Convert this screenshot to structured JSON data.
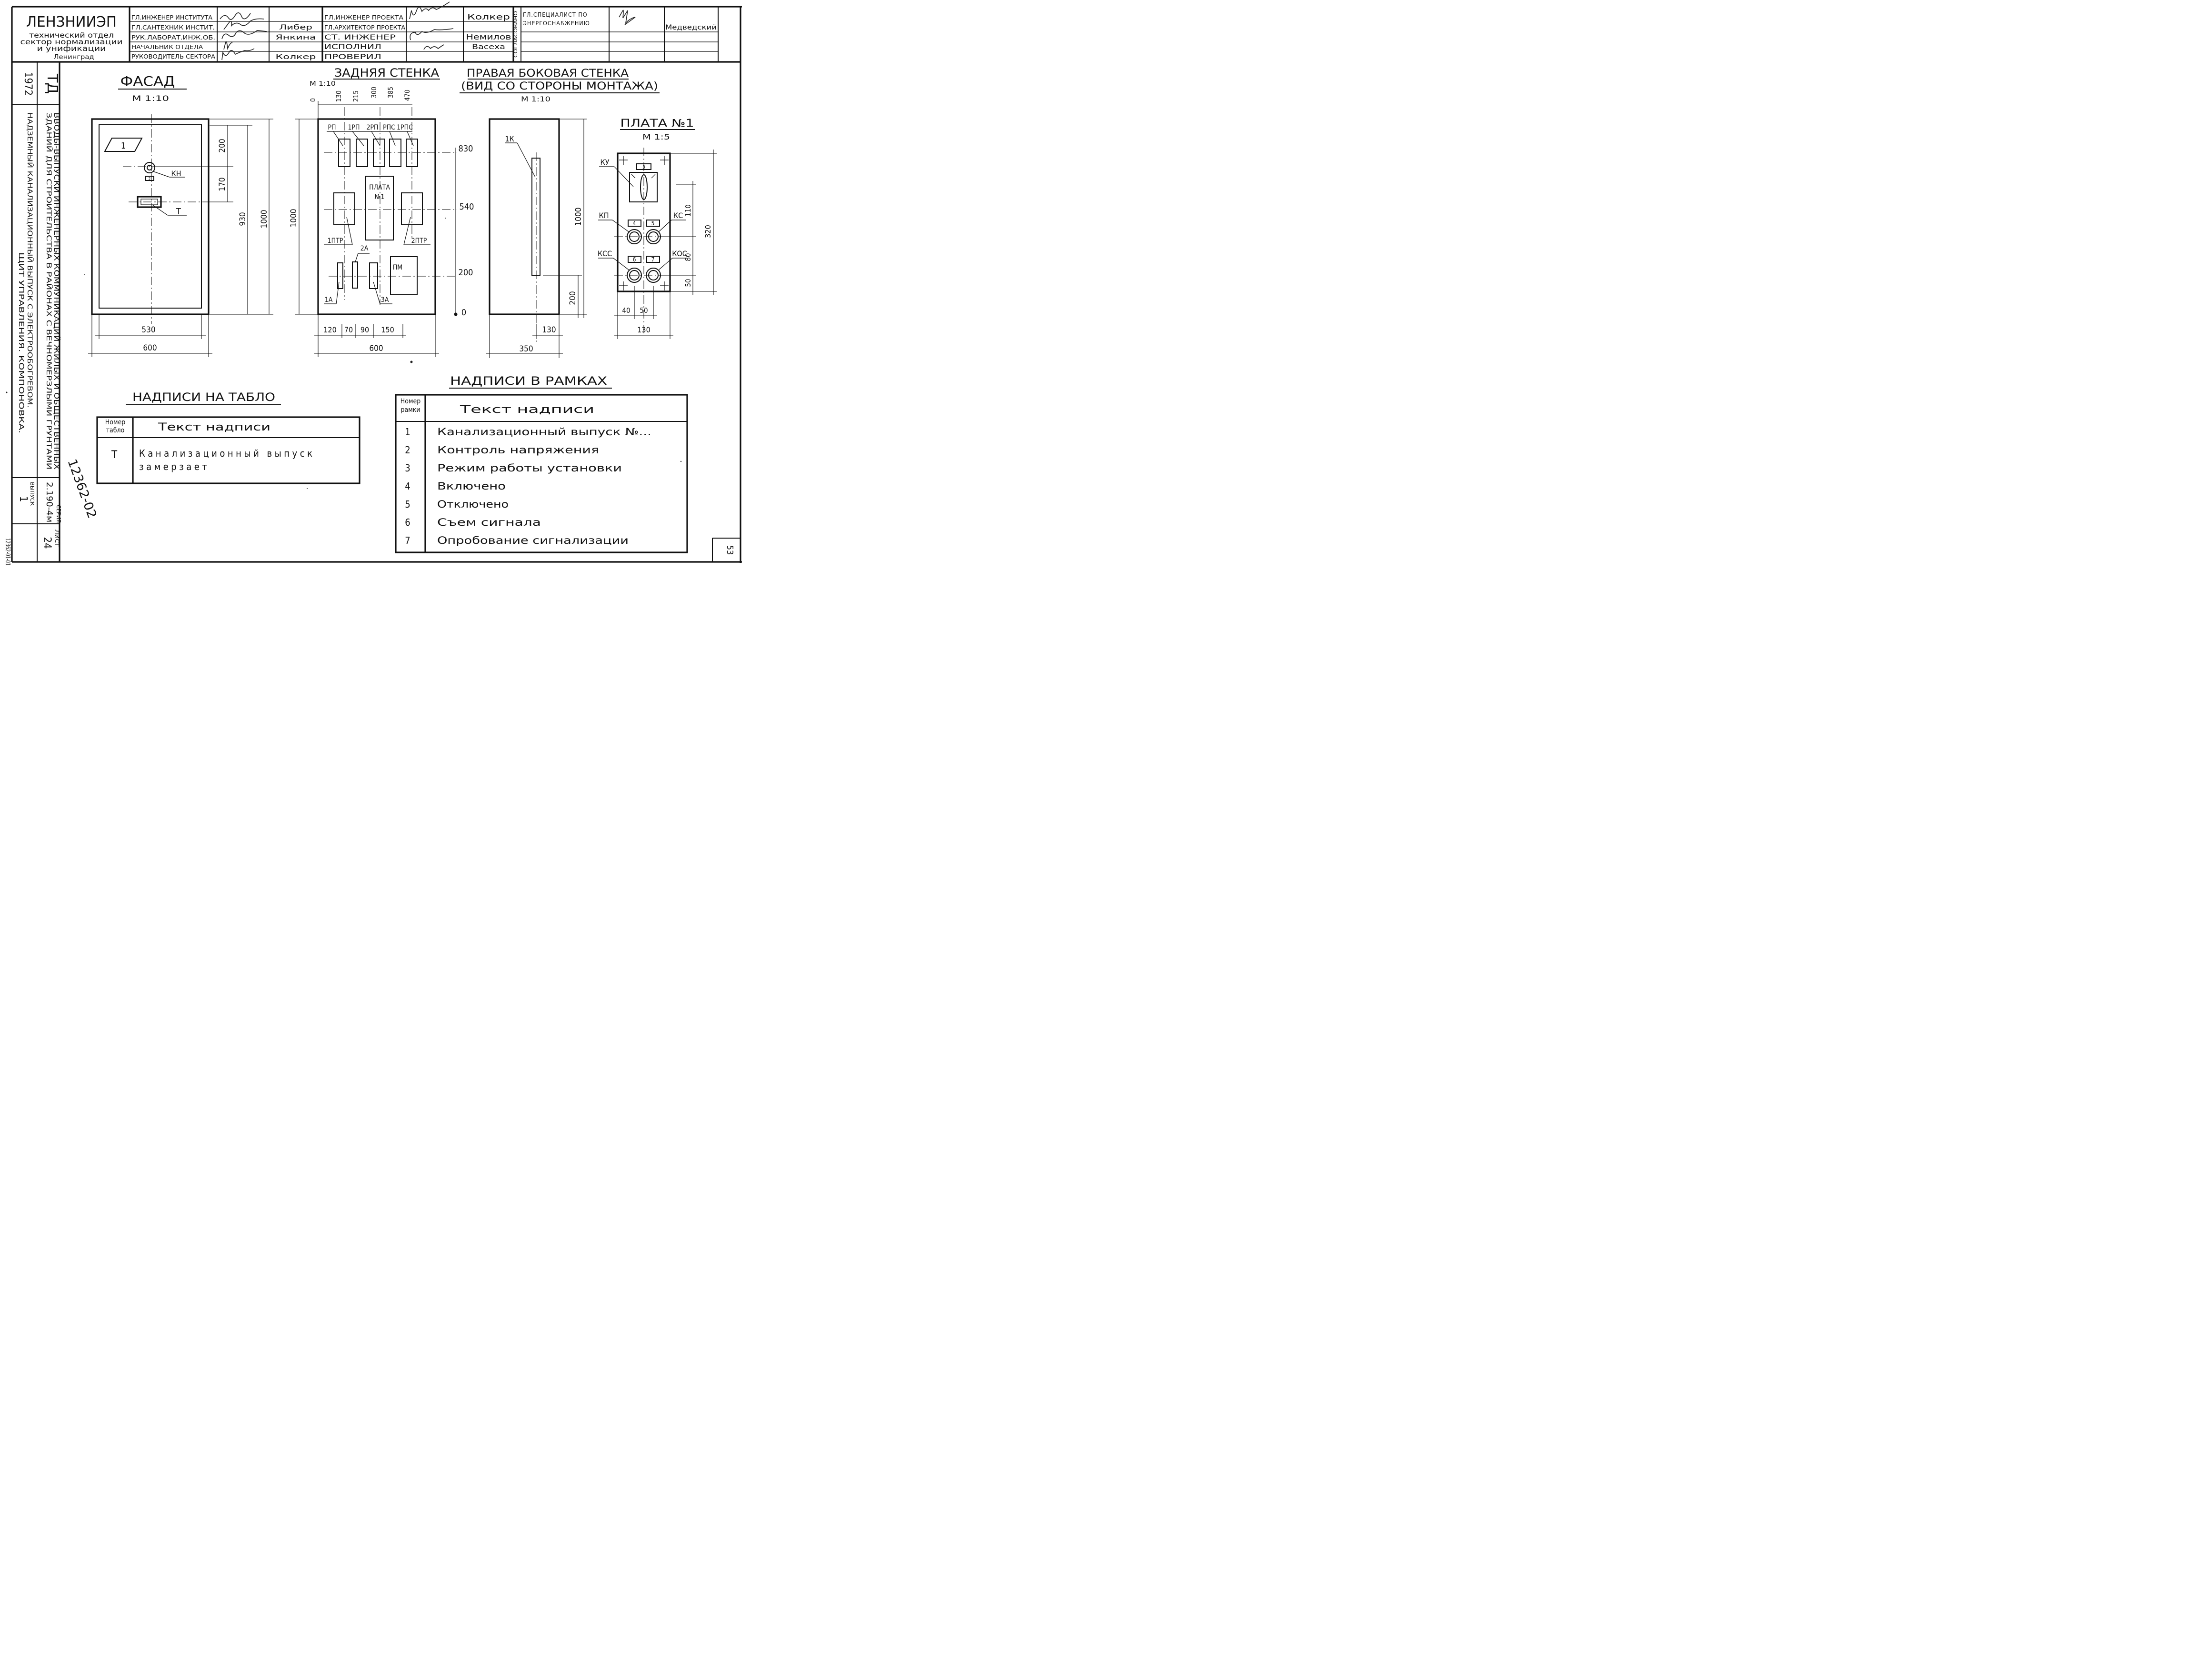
{
  "title_block": {
    "org_name": "ЛЕНЗНИИЭП",
    "org_lines": [
      "технический отдел",
      "сектор нормализации",
      "и унификации",
      "Ленинград"
    ],
    "roles_left": [
      "ГЛ.ИНЖЕНЕР ИНСТИТУТА",
      "ГЛ.САНТЕХНИК ИНСТИТ.",
      "РУК.ЛАБОРАТ.ИНЖ.ОБ.",
      "НАЧАЛЬНИК ОТДЕЛА",
      "РУКОВОДИТЕЛЬ СЕКТОРА"
    ],
    "names_left": [
      "",
      "Либер",
      "Янкина",
      "",
      "Колкер"
    ],
    "roles_mid": [
      "ГЛ.ИНЖЕНЕР ПРОЕКТА",
      "ГЛ.АРХИТЕКТОР ПРОЕКТА",
      "СТ. ИНЖЕНЕР",
      "ИСПОЛНИЛ",
      "ПРОВЕРИЛ"
    ],
    "names_mid": [
      "Колкер",
      "",
      "Немилов",
      "Васеха",
      ""
    ],
    "agreed_label": "СОГЛАСОВАНО",
    "agreed_role": "ГЛ.СПЕЦИАЛИСТ ПО ЭНЕРГОСНАБЖЕНИЮ",
    "agreed_name": "Медведский"
  },
  "side_panel": {
    "year": "1972",
    "code": "ТД",
    "title_lines": [
      "ВВОДЫ-ВЫПУСКИ ИНЖЕНЕРНЫХ КОММУНИКАЦИЙ ЖИЛЫХ И ОБЩЕСТВЕННЫХ",
      "ЗДАНИЙ ДЛЯ СТРОИТЕЛЬСТВА В РАЙОНАХ С ВЕЧНОМЕРЗЛЫМИ ГРУНТАМИ",
      "НАДЗЕМНЫЙ КАНАЛИЗАЦИОННЫЙ ВЫПУСК С ЭЛЕКТРООБОГРЕВОМ.",
      "ЩИТ УПРАВЛЕНИЯ. КОМПОНОВКА."
    ],
    "issue_label": "ВЫПУСК",
    "issue_value": "1",
    "series_label": "СЕРИЯ",
    "series_value": "2.190-4м",
    "sheet_label": "ЛИСТ",
    "sheet_value": "24"
  },
  "views": {
    "facade": {
      "title": "ФАСАД",
      "scale": "М 1:10",
      "labels": [
        "1",
        "КН",
        "2",
        "Т"
      ],
      "dims": [
        "200",
        "170",
        "930",
        "1000",
        "530",
        "600"
      ]
    },
    "back": {
      "title": "ЗАДНЯЯ СТЕНКА",
      "scale": "М 1:10",
      "top_ticks": [
        "0",
        "130",
        "215",
        "300",
        "385",
        "470"
      ],
      "relays": [
        "РП",
        "1РП",
        "2РП",
        "РПС",
        "1РПС"
      ],
      "board": "ПЛАТА №1",
      "parts": [
        "1ПТР",
        "2ПТР",
        "2А",
        "ПМ",
        "1А",
        "3А"
      ],
      "right_levels": [
        "830",
        "540",
        "200",
        "0"
      ],
      "left_height": "1000",
      "bottom_dims": [
        "120",
        "70",
        "90",
        "150"
      ],
      "width": "600"
    },
    "side": {
      "title": "ПРАВАЯ БОКОВАЯ СТЕНКА",
      "subtitle": "(ВИД СО СТОРОНЫ МОНТАЖА)",
      "scale": "М 1:10",
      "label": "1К",
      "dims": [
        "1000",
        "200",
        "130",
        "350"
      ]
    },
    "board1": {
      "title": "ПЛАТА №1",
      "scale": "М 1:5",
      "labels": [
        "КУ",
        "3",
        "КП",
        "4",
        "5",
        "КС",
        "КСС",
        "6",
        "7",
        "КОС"
      ],
      "dims": [
        "110",
        "320",
        "80",
        "50",
        "40",
        "50",
        "130"
      ]
    }
  },
  "tablo_table": {
    "title": "НАДПИСИ НА ТАБЛО",
    "col1": "Номер табло",
    "col2": "Текст надписи",
    "rows": [
      {
        "num": "Т",
        "text": "Канализационный выпуск замерзает"
      }
    ]
  },
  "frames_table": {
    "title": "НАДПИСИ В РАМКАХ",
    "col1": "Номер рамки",
    "col2": "Текст надписи",
    "rows": [
      {
        "num": "1",
        "text": "Канализационный выпуск №..."
      },
      {
        "num": "2",
        "text": "Контроль напряжения"
      },
      {
        "num": "3",
        "text": "Режим работы установки"
      },
      {
        "num": "4",
        "text": "Включено"
      },
      {
        "num": "5",
        "text": "Отключено"
      },
      {
        "num": "6",
        "text": "Съем сигнала"
      },
      {
        "num": "7",
        "text": "Опробование сигнализации"
      }
    ]
  },
  "stamps": {
    "inventory": "12362-02",
    "page_box": "53",
    "edge_number": "12362-01-01"
  }
}
